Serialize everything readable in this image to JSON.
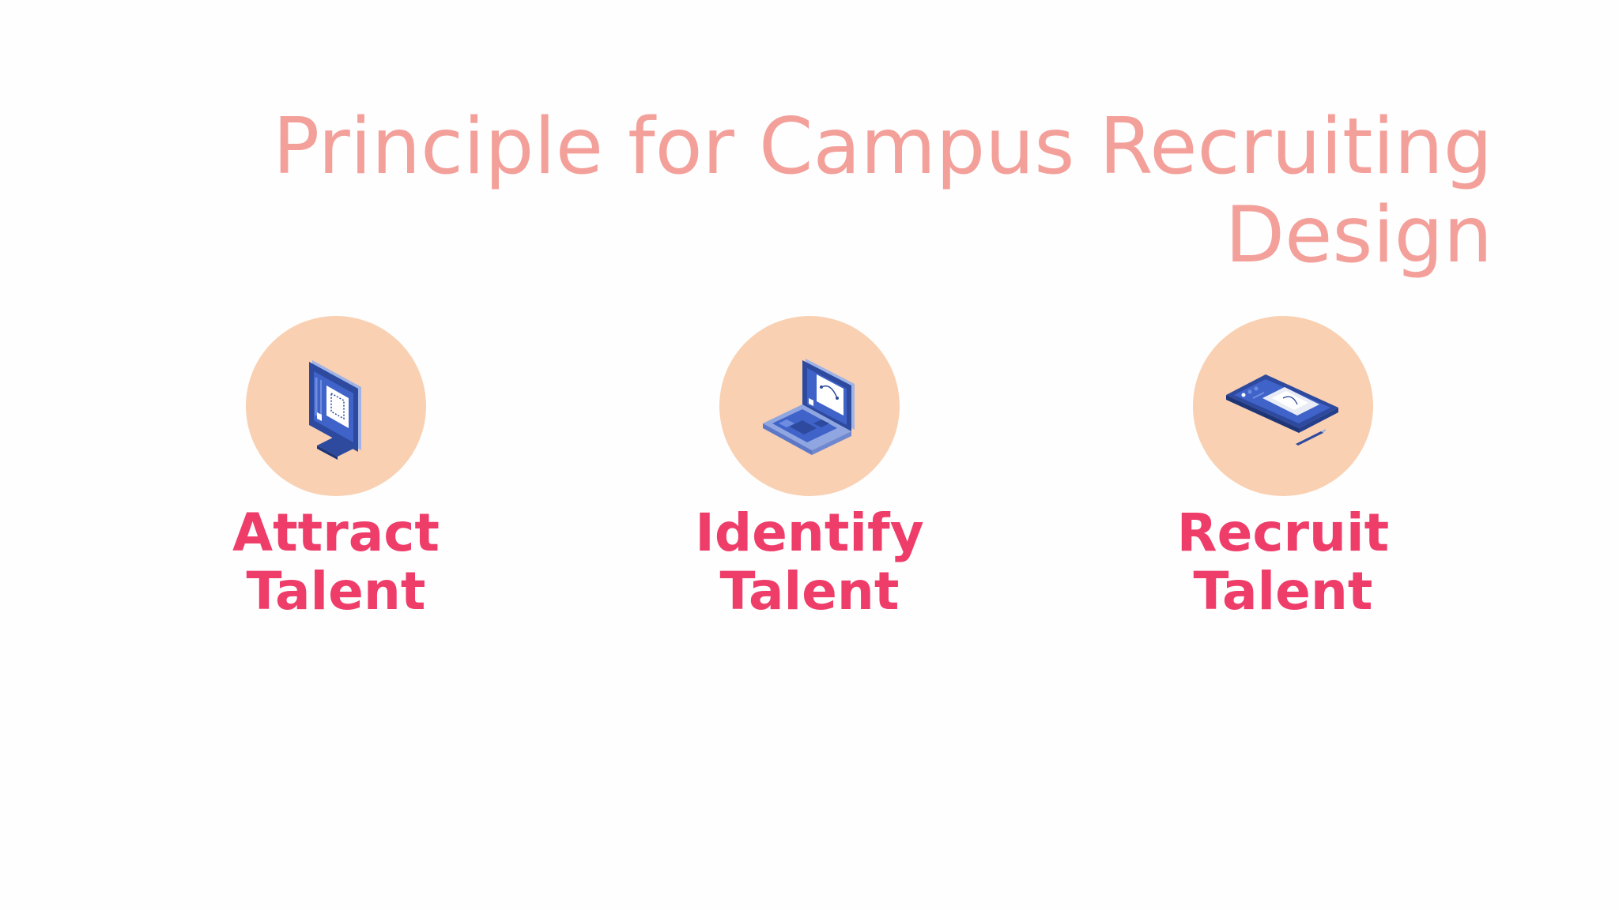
{
  "slide": {
    "title_line1": "Principle for Campus Recruiting",
    "title_line2": "Design",
    "title_color": "#f4a09a",
    "accent_color": "#ef3d6a",
    "circle_color": "#f9d0b1"
  },
  "cards": [
    {
      "icon": "desktop-monitor-icon",
      "line1": "Attract",
      "line2": "Talent"
    },
    {
      "icon": "laptop-icon",
      "line1": "Identify",
      "line2": "Talent"
    },
    {
      "icon": "tablet-stylus-icon",
      "line1": "Recruit",
      "line2": "Talent"
    }
  ]
}
